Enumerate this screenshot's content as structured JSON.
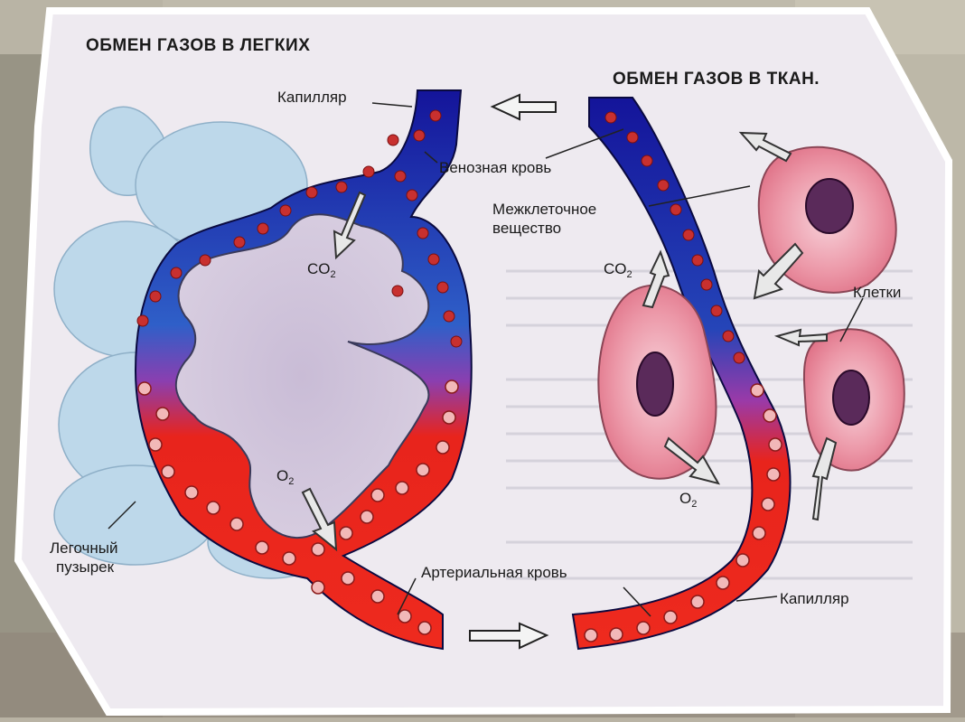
{
  "titles": {
    "lungs": "ОБМЕН ГАЗОВ В ЛЕГКИХ",
    "tissues": "ОБМЕН ГАЗОВ В ТКАН."
  },
  "labels": {
    "capillary_top": "Капилляр",
    "venous_blood": "Венозная кровь",
    "intercellular_1": "Межклеточное",
    "intercellular_2": "вещество",
    "cells": "Клетки",
    "alveolus_1": "Легочный",
    "alveolus_2": "пузырек",
    "arterial_blood": "Артериальная кровь",
    "capillary_bottom": "Капилляр"
  },
  "gases": {
    "co2_lung": "CO",
    "co2_lung_sub": "2",
    "o2_lung": "O",
    "o2_lung_sub": "2",
    "co2_tissue": "CO",
    "co2_tissue_sub": "2",
    "o2_tissue": "O",
    "o2_tissue_sub": "2"
  },
  "colors": {
    "venous": "#1a1aa8",
    "arterial": "#e8241c",
    "cell": "#e77a8f",
    "alveolus": "#cfc3db",
    "lung": "#bcd7e8"
  }
}
